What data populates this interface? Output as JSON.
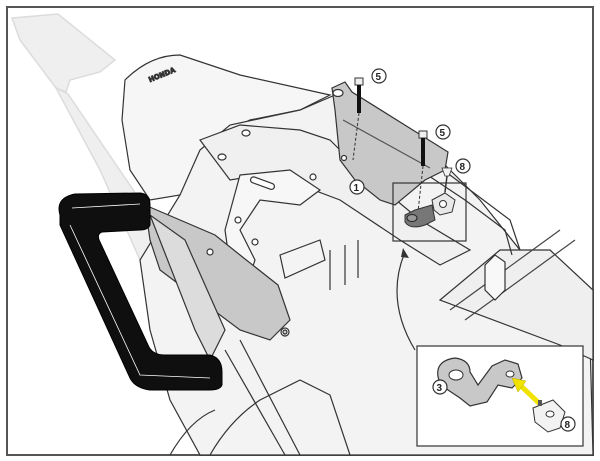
{
  "diagram": {
    "type": "installation-instruction",
    "subject": "rear grab handle and bracket mounting on motorcycle tail",
    "seat_brand_text": "HONDA",
    "callouts": [
      {
        "id": "callout-1",
        "label": "1",
        "part": "main mounting plate"
      },
      {
        "id": "callout-5a",
        "label": "5",
        "part": "bolt (left)"
      },
      {
        "id": "callout-5b",
        "label": "5",
        "part": "bolt (right)"
      },
      {
        "id": "callout-8a",
        "label": "8",
        "part": "clip nut / screw (main view)"
      },
      {
        "id": "callout-3",
        "label": "3",
        "part": "offset bracket (detail view)"
      },
      {
        "id": "callout-8b",
        "label": "8",
        "part": "clip nut (detail view)"
      }
    ],
    "detail_inset": {
      "description": "Enlarged view of bracket 3 with clip nut 8 inserted",
      "arrow_color": "#f2e200"
    },
    "colors": {
      "outline": "#333333",
      "fill_light": "#f2f2f2",
      "fill_part": "#c8c8c8",
      "handle": "#111111",
      "ghost_frame": "#e3e3e3",
      "frame_border": "#555555",
      "yellow_arrow": "#f2e200"
    }
  }
}
